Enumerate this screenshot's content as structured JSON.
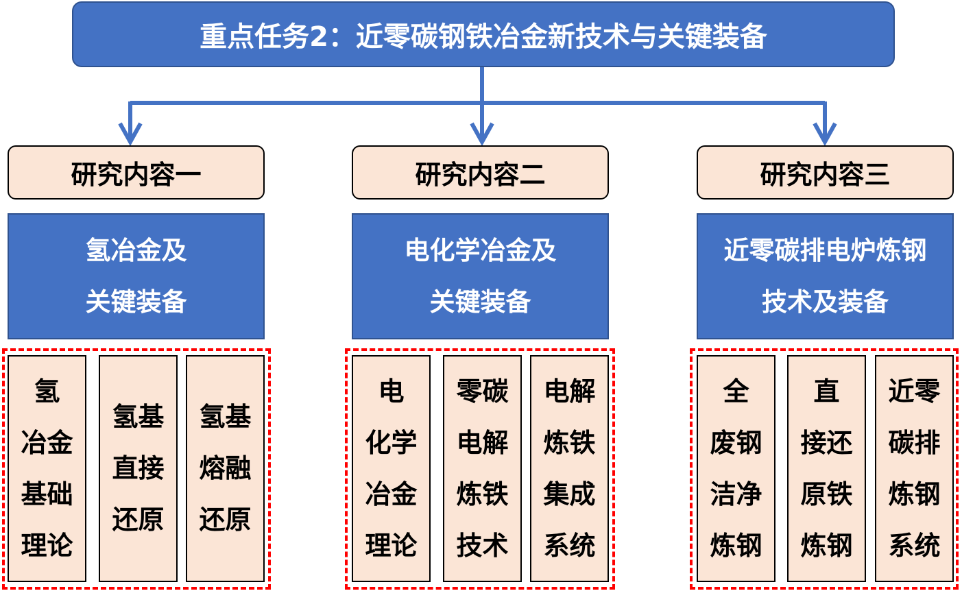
{
  "title": "重点任务2：近零碳钢铁冶金新技术与关键装备",
  "columns": [
    {
      "header": "研究内容一",
      "topic": [
        "氢冶金及",
        "关键装备"
      ],
      "items": [
        [
          "氢",
          "冶金",
          "基础",
          "理论"
        ],
        [
          "氢基",
          "直接",
          "还原"
        ],
        [
          "氢基",
          "熔融",
          "还原"
        ]
      ]
    },
    {
      "header": "研究内容二",
      "topic": [
        "电化学冶金及",
        "关键装备"
      ],
      "items": [
        [
          "电",
          "化学",
          "冶金",
          "理论"
        ],
        [
          "零碳",
          "电解",
          "炼铁",
          "技术"
        ],
        [
          "电解",
          "炼铁",
          "集成",
          "系统"
        ]
      ]
    },
    {
      "header": "研究内容三",
      "topic": [
        "近零碳排电炉炼钢",
        "技术及装备"
      ],
      "items": [
        [
          "全",
          "废钢",
          "洁净",
          "炼钢"
        ],
        [
          "直",
          "接还",
          "原铁",
          "炼钢"
        ],
        [
          "近零",
          "碳排",
          "炼钢",
          "系统"
        ]
      ]
    }
  ],
  "colors": {
    "blue": "#4472C4",
    "peach": "#FBE5D6",
    "dash": "#FF0000"
  }
}
